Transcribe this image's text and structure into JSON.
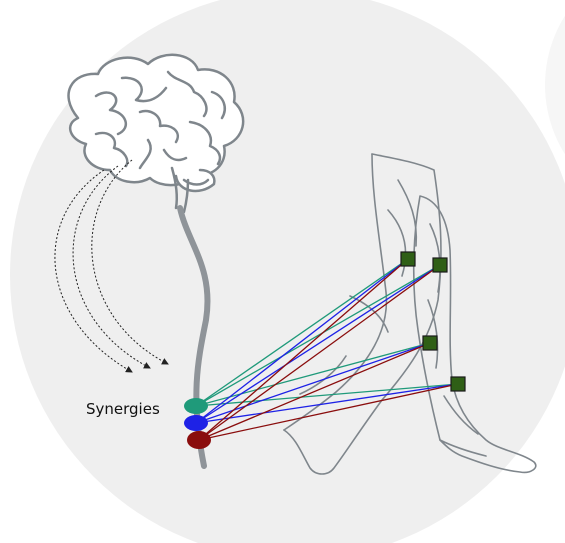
{
  "labels": {
    "synergies": "Synergies"
  },
  "icons": {
    "brain": "brain-icon",
    "spinal_cord": "spinal-cord-icon",
    "legs": "walking-legs-icon",
    "sensor": "emg-sensor-icon"
  },
  "colors": {
    "background_circle": "#efefef",
    "outline": "#7f868c",
    "brain_fill": "#ffffff",
    "spine": "#8f9499",
    "sensor": "#2f5f16",
    "synergy_teal": "#1f9a7a",
    "synergy_blue": "#1e22e6",
    "synergy_red": "#8a0d0d"
  },
  "synergies": [
    {
      "id": "teal",
      "color": "#1f9a7a"
    },
    {
      "id": "blue",
      "color": "#1e22e6"
    },
    {
      "id": "red",
      "color": "#8a0d0d"
    }
  ],
  "muscle_sensors": [
    {
      "id": "m1"
    },
    {
      "id": "m2"
    },
    {
      "id": "m3"
    },
    {
      "id": "m4"
    }
  ]
}
